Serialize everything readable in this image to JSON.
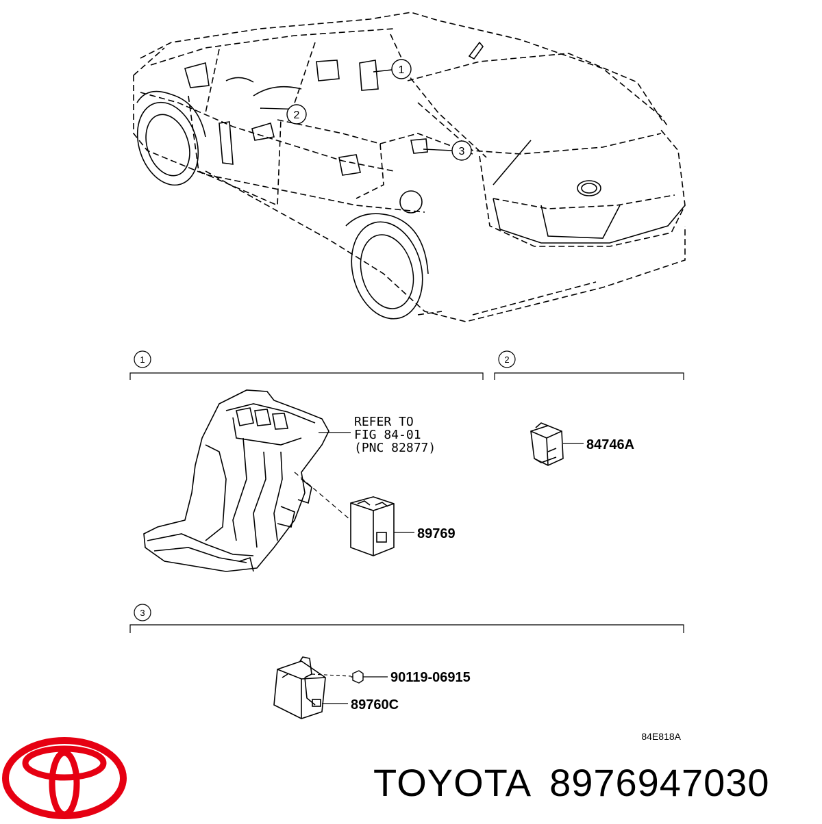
{
  "callouts": {
    "c1": "1",
    "c2": "2",
    "c3": "3"
  },
  "sections": {
    "s1": "1",
    "s2": "2",
    "s3": "3"
  },
  "notes": {
    "refer_line1": "REFER TO",
    "refer_line2": "FIG 84-01",
    "refer_line3": "(PNC 82877)"
  },
  "parts": {
    "p84746A": "84746A",
    "p89769": "89769",
    "p90119": "90119-06915",
    "p89760C": "89760C"
  },
  "drawing_code": "84E818A",
  "brand": {
    "name": "TOYOTA",
    "part_number": "8976947030",
    "logo_color": "#e60012"
  }
}
